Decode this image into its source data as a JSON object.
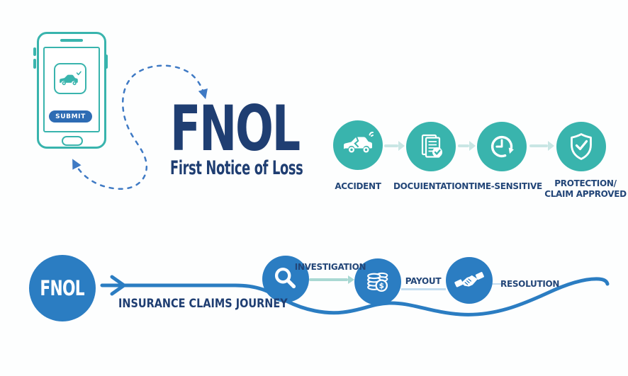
{
  "title": {
    "acronym": "FNOL",
    "full": "First Notice of Loss"
  },
  "phone": {
    "submit_label": "SUBMIT",
    "app_icon": "car-claim-icon"
  },
  "process": {
    "steps": [
      {
        "label": "ACCIDENT",
        "icon": "crashed-car-icon"
      },
      {
        "label": "DOCUIENTATION",
        "icon": "documents-check-icon"
      },
      {
        "label": "TIME-SENSITIVE",
        "icon": "clock-history-icon"
      },
      {
        "label": "PROTECTION/\nCLAIM APPROVED",
        "icon": "shield-check-icon"
      }
    ]
  },
  "journey": {
    "start_label": "FNOL",
    "caption": "INSURANCE CLAIMS JOURNEY",
    "steps": [
      {
        "label": "INVESTIGATION",
        "icon": "magnifying-glass-icon"
      },
      {
        "label": "PAYOUT",
        "icon": "coins-icon",
        "symbol": "$"
      },
      {
        "label": "RESOLUTION",
        "icon": "handshake-icon"
      }
    ]
  },
  "colors": {
    "navy": "#1f3e72",
    "teal": "#39b4ad",
    "blue": "#2b7dc2",
    "submit_blue": "#2e6cb4",
    "pale_teal_arrow": "#c9e6e4",
    "teal_arrow": "#a9d8d3",
    "pale_blue_line": "#c3ddf0",
    "dashed_blue": "#3f7ac4"
  }
}
